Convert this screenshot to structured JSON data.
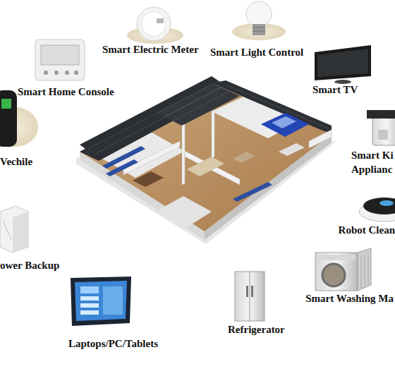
{
  "diagram": {
    "labels": [
      "Smart Electric Meter",
      "Smart Light Control",
      "Smart Home Console",
      "Smart TV",
      "Vechile",
      "Smart Ki Applianc",
      "Robot Clean",
      "ower Backup",
      "Smart Washing Ma",
      "Refrigerator",
      "Laptops/PC/Tablets"
    ]
  }
}
